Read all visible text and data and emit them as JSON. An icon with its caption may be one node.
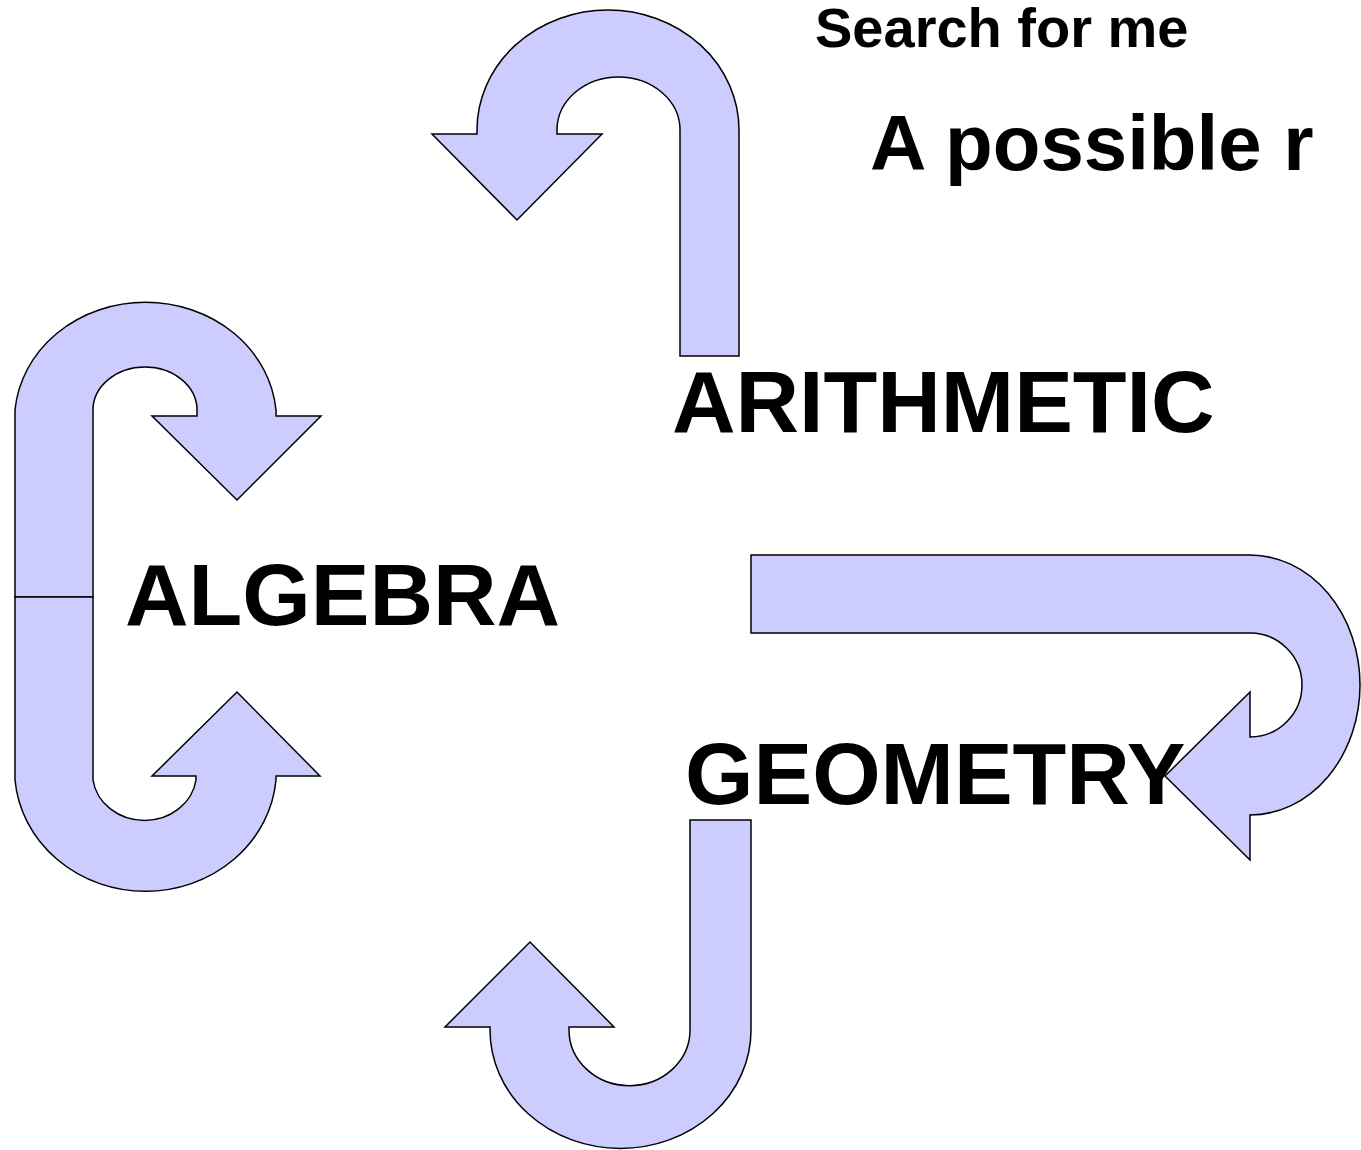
{
  "diagram": {
    "nodes": [
      {
        "text": [
          "ARITHMETIC"
        ]
      },
      {
        "text": [
          "ALGEBRA"
        ]
      },
      {
        "text": [
          "GEOMETRY"
        ]
      }
    ],
    "edges": [
      {
        "from": 0,
        "to": null,
        "arrow": "to"
      },
      {
        "from": null,
        "to": 1,
        "arrow": "to"
      },
      {
        "from": null,
        "to": 1,
        "arrow": "to"
      },
      {
        "from": 0,
        "to": 2,
        "arrow": "to"
      },
      {
        "from": 2,
        "to": null,
        "arrow": "to"
      }
    ],
    "labels": [
      "Search for me",
      "A possible r"
    ]
  }
}
